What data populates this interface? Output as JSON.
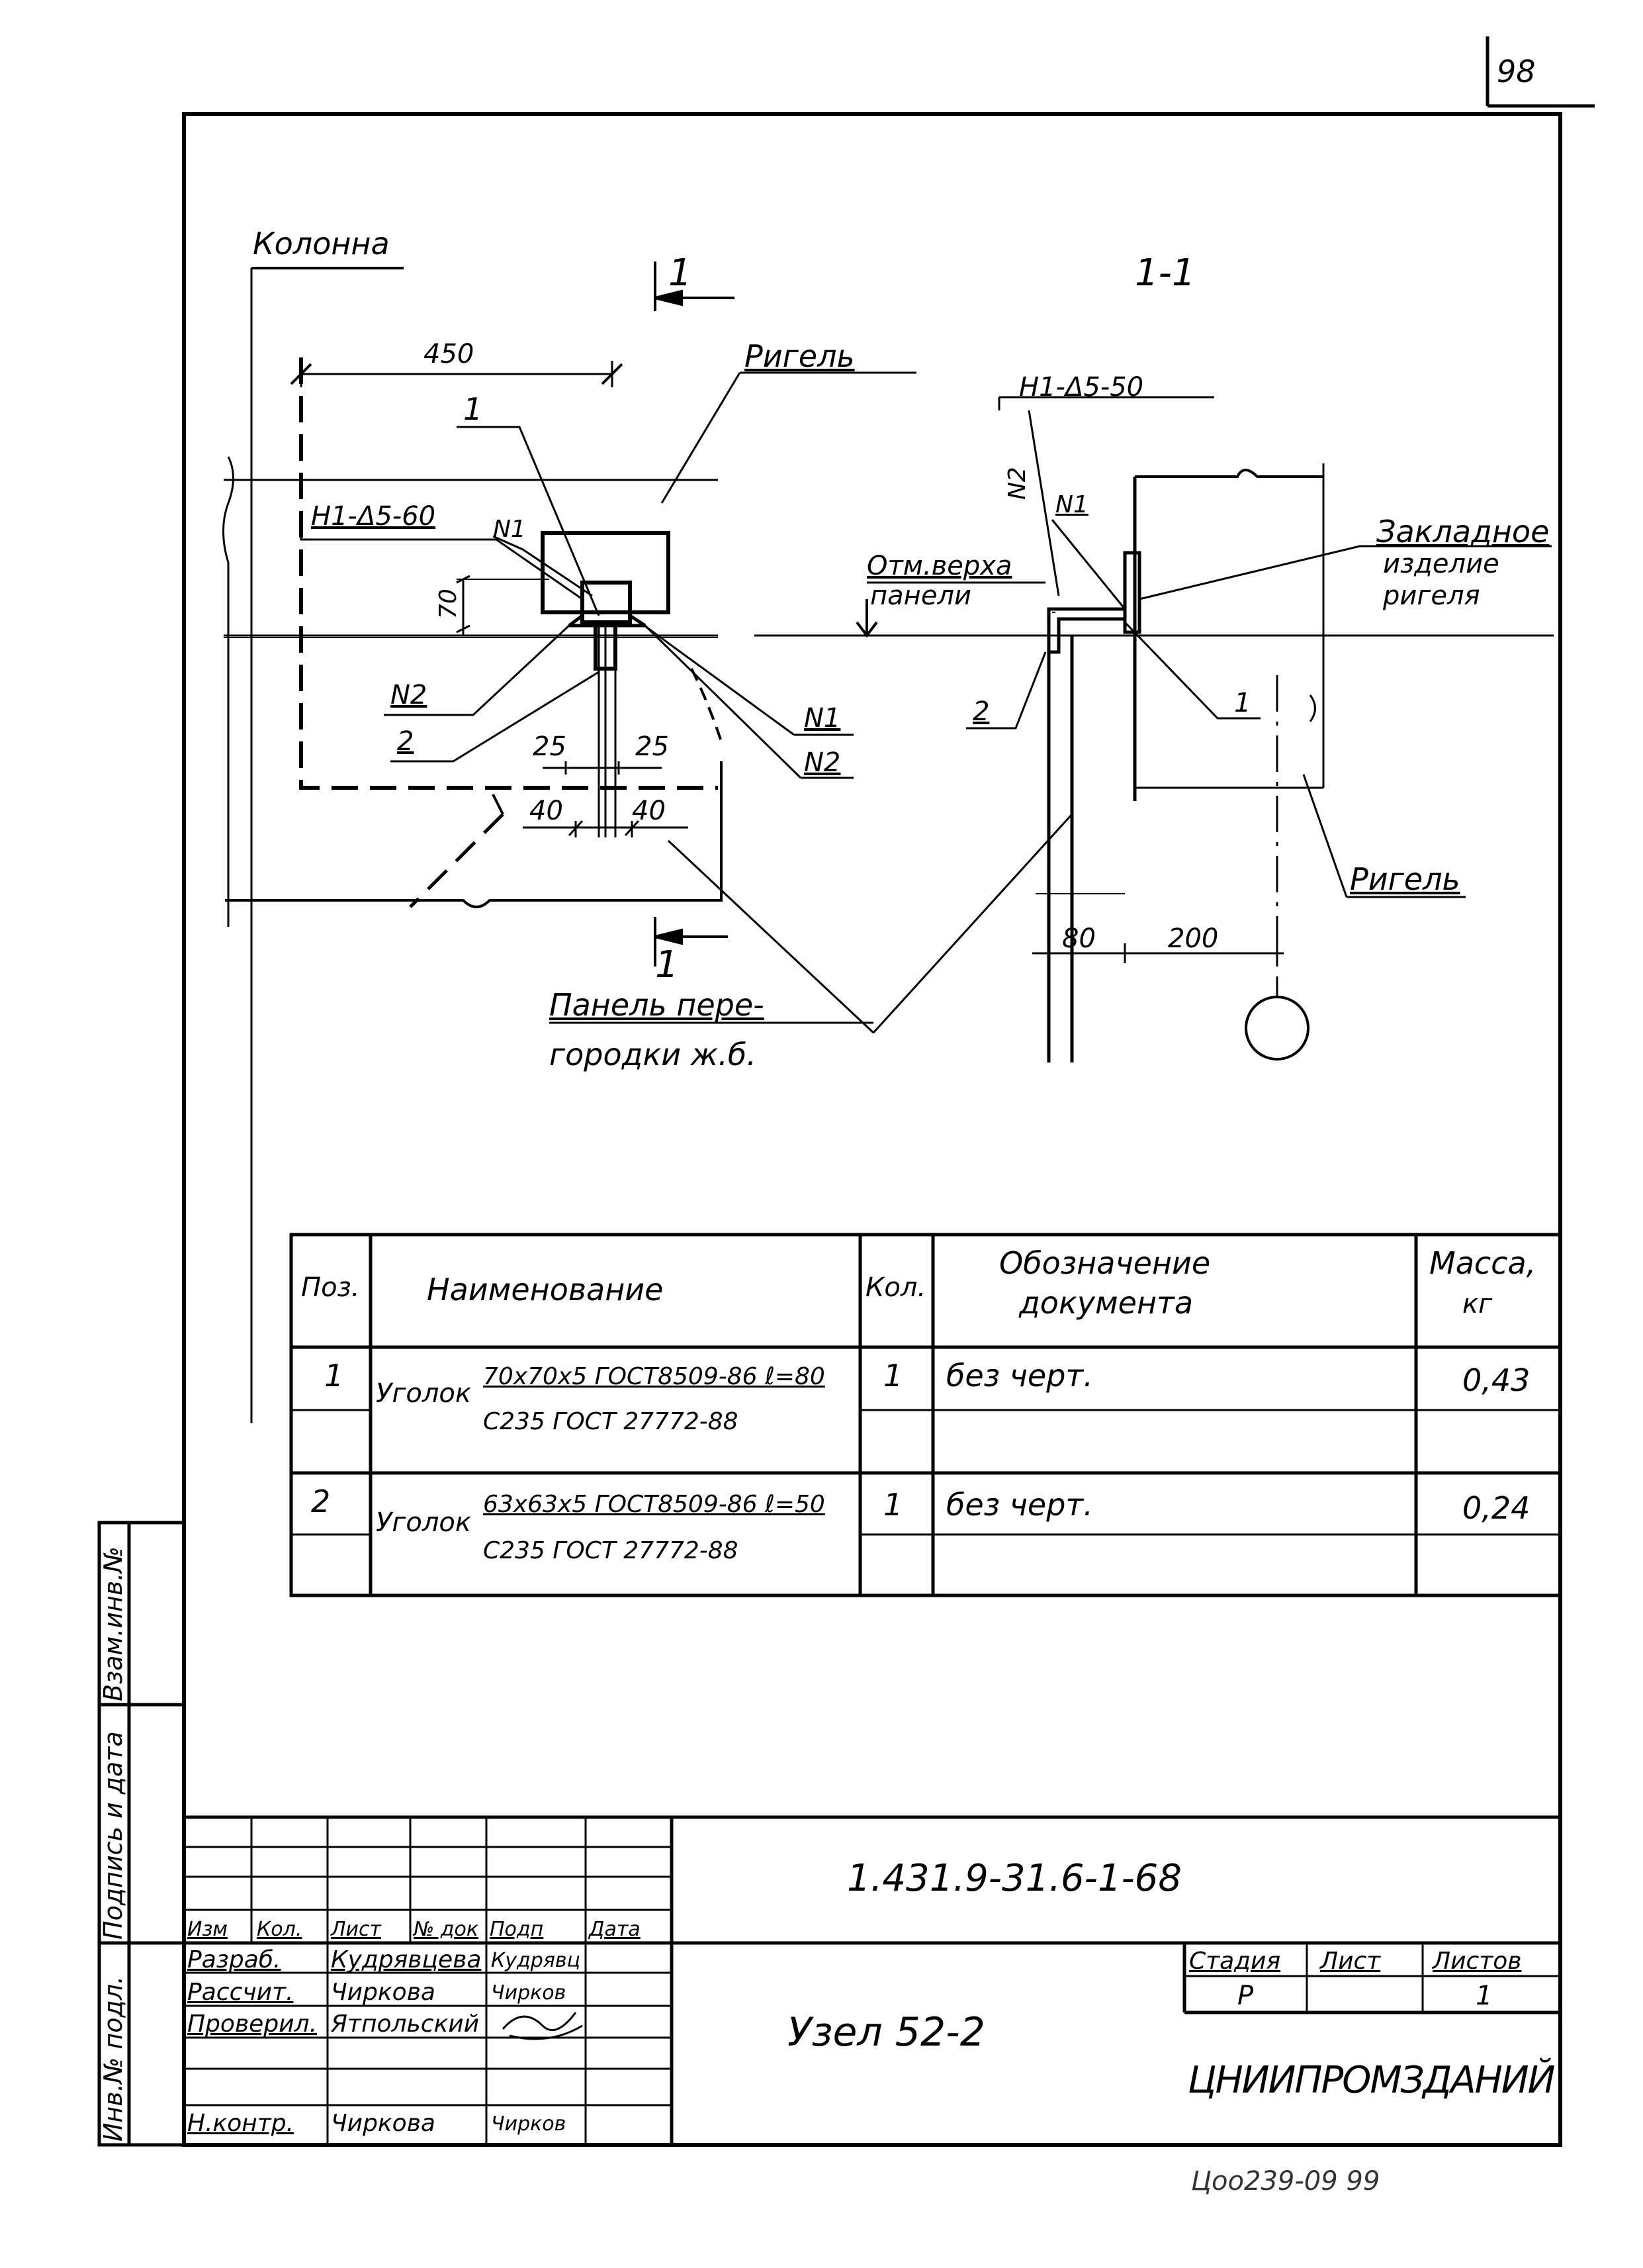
{
  "sheet": {
    "corner_number": "98",
    "bottom_note": "Цоо239-09  99"
  },
  "drawing": {
    "plan_labels": {
      "kolonna": "Колонна",
      "section_mark": "1",
      "dim_450": "450",
      "callout_1": "1",
      "rigel": "Ригель",
      "weld_left": "Н1-Δ5-60",
      "n1_top": "N1",
      "dim_70": "70",
      "n2_left": "N2",
      "callout_2": "2",
      "dim_25_left": "25",
      "dim_25_right": "25",
      "n1_right": "N1",
      "n2_right": "N2",
      "dim_40_left": "40",
      "dim_40_right": "40",
      "panel_label_line1": "Панель пере-",
      "panel_label_line2": "городки ж.б."
    },
    "section_labels": {
      "title": "1-1",
      "weld_right": "Н1-Δ5-50",
      "n2_vertical": "N2",
      "n1_section": "N1",
      "otm_line1": "Отм.верха",
      "otm_line2": "панели",
      "zakl_line1": "Закладное",
      "zakl_line2": "изделие",
      "zakl_line3": "ригеля",
      "callout_1": "1",
      "callout_2": "2",
      "rigel": "Ригель",
      "dim_80": "80",
      "dim_200": "200"
    }
  },
  "spec_table": {
    "headers": {
      "pos": "Поз.",
      "name": "Наименование",
      "qty": "Кол.",
      "doc_line1": "Обозначение",
      "doc_line2": "документа",
      "mass_line1": "Масса,",
      "mass_line2": "кг"
    },
    "rows": [
      {
        "pos": "1",
        "name_prefix": "Уголок",
        "name_line1": "70х70х5 ГОСТ8509-86 ℓ=80",
        "name_line2": "С235 ГОСТ 27772-88",
        "qty": "1",
        "doc": "без черт.",
        "mass": "0,43"
      },
      {
        "pos": "2",
        "name_prefix": "Уголок",
        "name_line1": "63х63х5 ГОСТ8509-86 ℓ=50",
        "name_line2": "С235 ГОСТ 27772-88",
        "qty": "1",
        "doc": "без черт.",
        "mass": "0,24"
      }
    ]
  },
  "side_stamp": {
    "vzam": "Взам.инв.№",
    "podpis": "Подпись и дата",
    "inv": "Инв.№ подл."
  },
  "title_block": {
    "document_code": "1.431.9-31.6-1-68",
    "header_cells": [
      "Изм",
      "Кол.",
      "Лист",
      "№ док",
      "Подп",
      "Дата"
    ],
    "roles": [
      {
        "role": "Разраб.",
        "name": "Кудрявцева",
        "sign": "Кудрявц"
      },
      {
        "role": "Рассчит.",
        "name": "Чиркова",
        "sign": "Чирков"
      },
      {
        "role": "Проверил.",
        "name": "Ятпольский",
        "sign": ""
      },
      {
        "role": "Н.контр.",
        "name": "Чиркова",
        "sign": "Чирков"
      }
    ],
    "node_title": "Узел 52-2",
    "stage_label": "Стадия",
    "sheet_label": "Лист",
    "sheets_label": "Листов",
    "stage_value": "Р",
    "sheets_value": "1",
    "organization": "ЦНИИПРОМЗДАНИЙ"
  }
}
